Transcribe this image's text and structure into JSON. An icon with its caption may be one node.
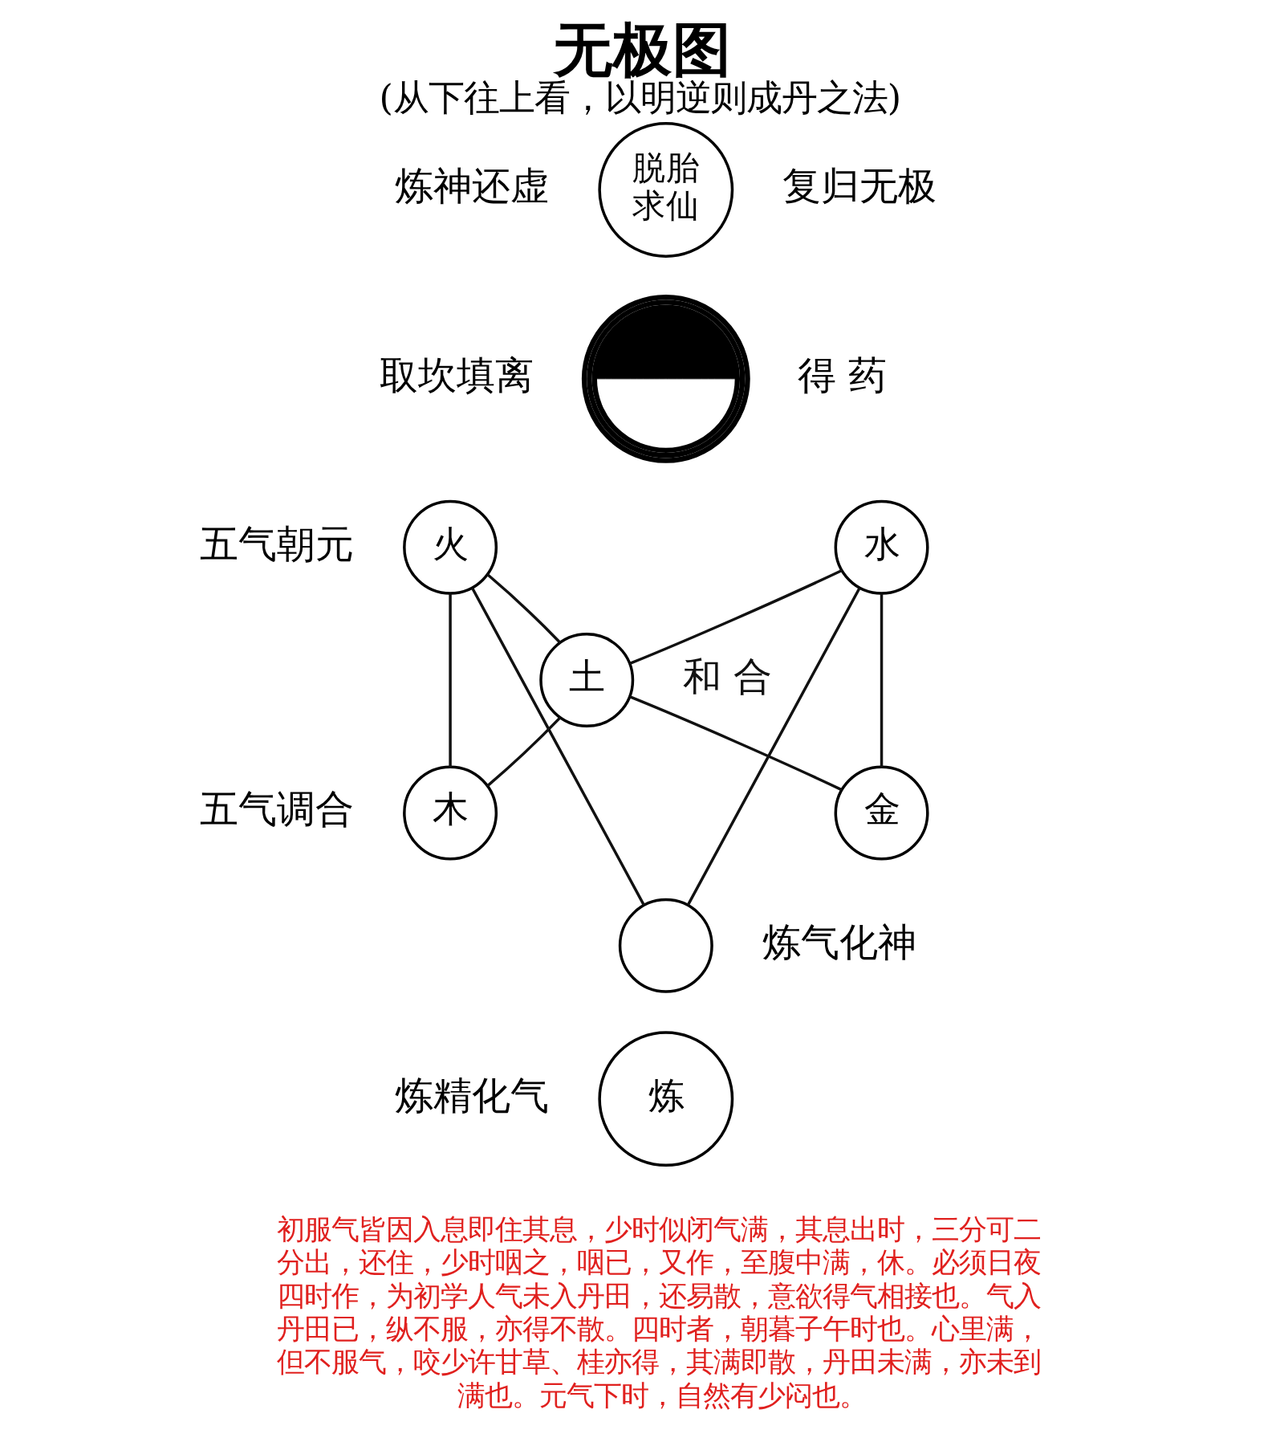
{
  "diagram": {
    "title": "无极图",
    "caption": "(从下往上看，以明逆则成丹之法)",
    "nodes": [
      {
        "text": [
          "脱胎求仙"
        ],
        "beside": [
          "炼神还虚",
          "复归无极"
        ]
      },
      {
        "text": [],
        "shape": "picture",
        "beside": [
          "取坎填离",
          "得 药"
        ]
      },
      {
        "text": [
          "火"
        ],
        "beside": [
          "五气朝元"
        ]
      },
      {
        "text": [
          "水"
        ]
      },
      {
        "text": [
          "土"
        ]
      },
      {
        "text": [
          "木"
        ],
        "beside": [
          "五气调合"
        ]
      },
      {
        "text": [
          "金"
        ]
      },
      {
        "text": [],
        "shape": "circle",
        "beside": [
          "炼气化神"
        ]
      },
      {
        "text": [
          "炼"
        ],
        "beside": [
          "炼精化气"
        ]
      }
    ],
    "edges": [
      {
        "from": 2,
        "to": 5,
        "arrow": "none"
      },
      {
        "from": 2,
        "to": 4,
        "arrow": "none"
      },
      {
        "from": 2,
        "to": 7,
        "arrow": "none"
      },
      {
        "from": 3,
        "to": 4,
        "arrow": "none"
      },
      {
        "from": 3,
        "to": 6,
        "arrow": "none"
      },
      {
        "from": 3,
        "to": 7,
        "arrow": "none"
      },
      {
        "from": 4,
        "to": 5,
        "arrow": "none"
      },
      {
        "from": 4,
        "to": 6,
        "arrow": "none"
      }
    ],
    "labels": [
      "和 合",
      "初服气皆因入息即住其息，少时似闭气满，其息出时，三分可二分出，还住，少时咽之，咽已，又作，至腹中满，休。必须日夜四时作，为初学人气未入丹田，还易散，意欲得气相接也。气入丹田已，纵不服，亦得不散。四时者，朝暮子午时也。心里满，但不服气，咬少许甘草、桂亦得，其满即散，丹田未满，亦未到满也。元气下时，自然有少闷也。"
    ]
  }
}
